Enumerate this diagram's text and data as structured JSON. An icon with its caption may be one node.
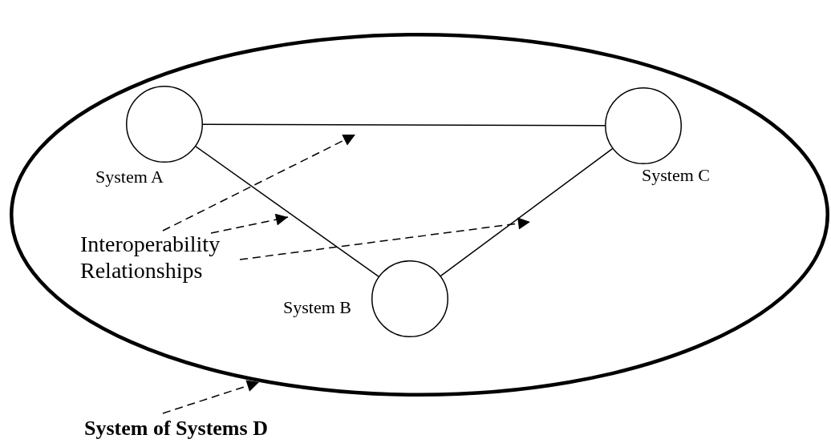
{
  "diagram": {
    "nodes": [
      {
        "text": [],
        "shape": "ellipse"
      },
      {
        "text": [],
        "shape": "circle",
        "beside": [
          "System A"
        ],
        "in": 0
      },
      {
        "text": [],
        "shape": "circle",
        "beside": [
          "System C"
        ],
        "in": 0
      },
      {
        "text": [
          "Interoperability Relationships"
        ],
        "in": 0
      },
      {
        "text": [],
        "shape": "circle",
        "beside": [
          "System B"
        ],
        "in": 0
      },
      {
        "text": [
          "System of Systems D"
        ]
      }
    ],
    "edges": [
      {
        "from": 1,
        "to": 2,
        "arrow": "none"
      },
      {
        "from": 1,
        "to": 4,
        "arrow": "none"
      },
      {
        "from": 4,
        "to": 2,
        "arrow": "none"
      },
      {
        "from": 3,
        "to": null,
        "arrow": "to",
        "style": "dashed"
      },
      {
        "from": 3,
        "to": null,
        "arrow": "to",
        "style": "dashed"
      },
      {
        "from": 3,
        "to": null,
        "arrow": "to",
        "style": "dashed"
      },
      {
        "from": 5,
        "to": 0,
        "arrow": "to",
        "style": "dashed"
      }
    ]
  }
}
